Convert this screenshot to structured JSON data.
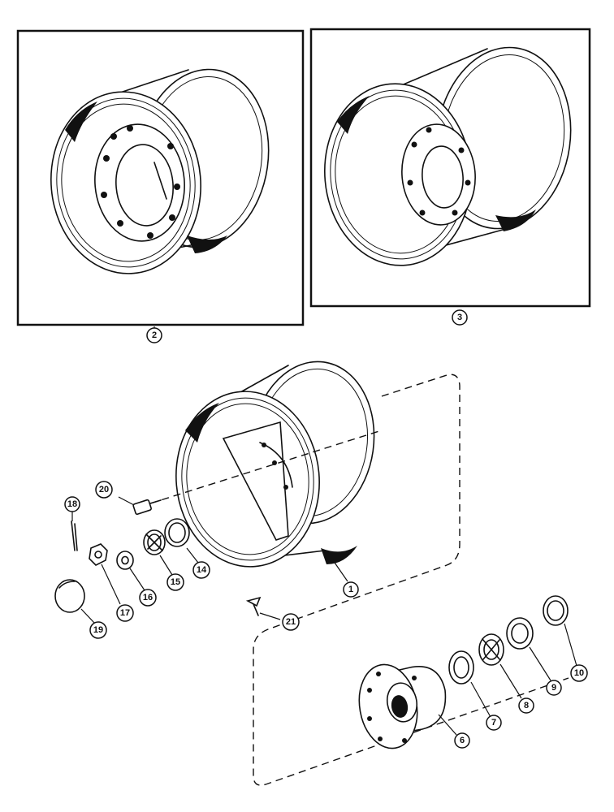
{
  "callouts": {
    "c1": "1",
    "c2": "2",
    "c3": "3",
    "c6": "6",
    "c7": "7",
    "c8": "8",
    "c9": "9",
    "c10": "10",
    "c14": "14",
    "c15": "15",
    "c16": "16",
    "c17": "17",
    "c18": "18",
    "c19": "19",
    "c20": "20",
    "c21": "21"
  }
}
